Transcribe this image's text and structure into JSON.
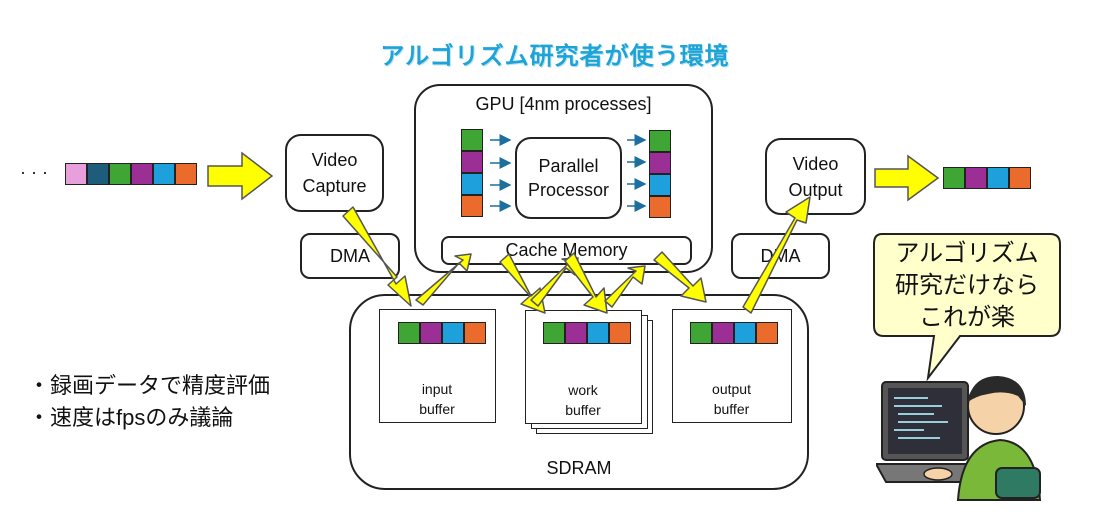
{
  "title": "アルゴリズム研究者が使う環境",
  "colors": {
    "pink": "#e7a0dc",
    "navy": "#1d5c7a",
    "green": "#3fa535",
    "purple": "#9c2f95",
    "blue": "#1ea0dc",
    "orange": "#ea6b2b",
    "arrow_yellow": "#ffff00",
    "title_blue": "#1fa3d6"
  },
  "input_dots": "· · ·",
  "blocks": {
    "video_capture": "Video\nCapture",
    "video_output": "Video\nOutput",
    "gpu": "GPU [4nm processes]",
    "parallel_processor": "Parallel\nProcessor",
    "cache_memory": "Cache Memory",
    "dma_left": "DMA",
    "dma_right": "DMA",
    "sdram": "SDRAM",
    "input_buffer": "input\nbuffer",
    "work_buffer": "work\nbuffer",
    "output_buffer": "output\nbuffer"
  },
  "bullets": [
    "・録画データで精度評価",
    "・速度はfpsのみ議論"
  ],
  "bubble": "アルゴリズム\n研究だけなら\nこれが楽"
}
